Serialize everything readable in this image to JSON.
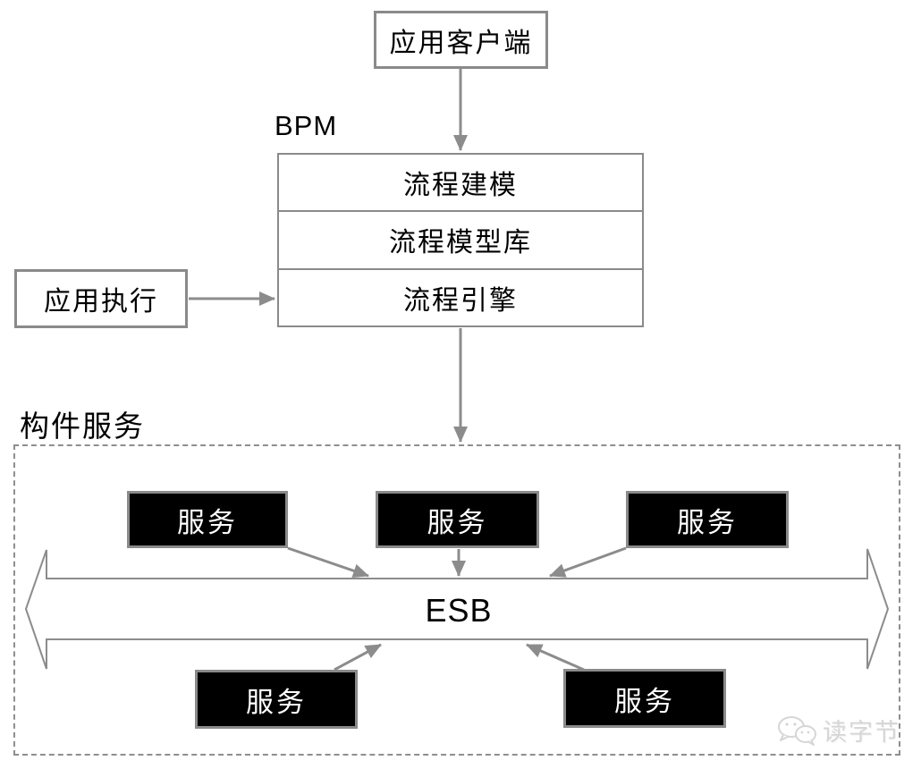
{
  "diagram": {
    "client_box": "应用客户端",
    "bpm_label": "BPM",
    "bpm_rows": [
      "流程建模",
      "流程模型库",
      "流程引擎"
    ],
    "app_exec_box": "应用执行",
    "component_services_label": "构件服务",
    "services": [
      "服务",
      "服务",
      "服务",
      "服务",
      "服务"
    ],
    "esb_label": "ESB",
    "watermark_text": "读字节",
    "colors": {
      "line": "#8c8c8c",
      "box_border": "#8a8a8a",
      "service_bg": "#000000",
      "service_text": "#ffffff",
      "text": "#000000",
      "watermark": "#d6d6d6",
      "background": "#ffffff"
    }
  }
}
